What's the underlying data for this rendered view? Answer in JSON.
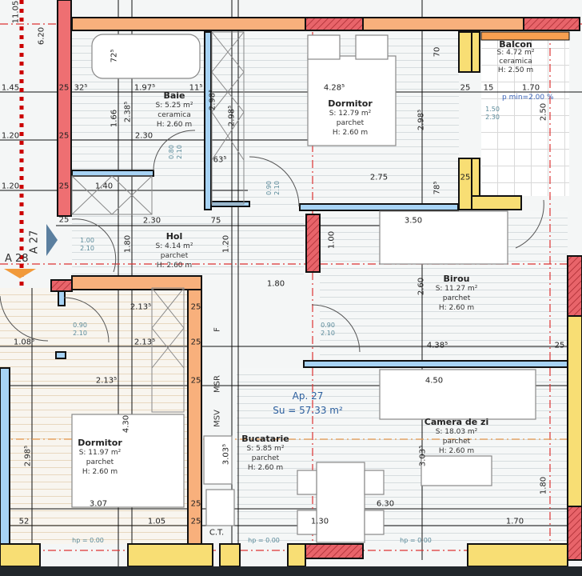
{
  "apartment": {
    "name": "Ap. 27",
    "area": "Su = 57.33 m²"
  },
  "rooms": [
    {
      "name": "Baie",
      "area": "S: 5.25 m²",
      "floor": "ceramica",
      "height": "H: 2.60 m"
    },
    {
      "name": "Dormitor",
      "area": "S: 12.79 m²",
      "floor": "parchet",
      "height": "H: 2.60 m"
    },
    {
      "name": "Balcon",
      "area": "S: 4.72 m²",
      "floor": "ceramica",
      "height": "H: 2.50 m"
    },
    {
      "name": "Hol",
      "area": "S: 4.14 m²",
      "floor": "parchet",
      "height": "H: 2.60 m"
    },
    {
      "name": "Birou",
      "area": "S: 11.27 m²",
      "floor": "parchet",
      "height": "H: 2.60 m"
    },
    {
      "name": "Dormitor",
      "area": "S: 11.97 m²",
      "floor": "parchet",
      "height": "H: 2.60 m"
    },
    {
      "name": "Bucatarie",
      "area": "S: 5.85 m²",
      "floor": "parchet",
      "height": "H: 2.60 m"
    },
    {
      "name": "Camera de zi",
      "area": "S: 18.03 m²",
      "floor": "parchet",
      "height": "H: 2.60 m"
    }
  ],
  "tags": {
    "msr": "MSR",
    "msv": "MSV",
    "ct": "C.T.",
    "f": "F",
    "axis_a27": "A 27",
    "axis_a28": "A 28",
    "slope": "p min=2.00 %"
  },
  "doors": [
    {
      "w": "0.80",
      "h": "2.10"
    },
    {
      "w": "0.90",
      "h": "2.10"
    },
    {
      "w": "1.00",
      "h": "2.10"
    },
    {
      "w": "0.90",
      "h": "2.10"
    },
    {
      "w": "0.90",
      "h": "2.10"
    },
    {
      "w": "1.50",
      "h": "2.30"
    }
  ],
  "sill": "hp = 0.00",
  "dims": [
    "11.05",
    "6.20",
    "1.45",
    "1.20",
    "1.20",
    "32⁵",
    "1.97⁵",
    "11⁵",
    "1.66",
    "2.38⁵",
    "2.30",
    "1.40",
    "2.30",
    "75",
    "1.80",
    "1.20",
    "2.98⁵",
    "72⁵",
    "4.28⁵",
    "2.98⁵",
    "70",
    "2.75",
    "78⁵",
    "3.50",
    "1.80",
    "2.60",
    "4.38⁵",
    "4.50",
    "2.13⁵",
    "2.13⁵",
    "2.13⁵",
    "1.08⁵",
    "4.30",
    "3.07",
    "1.05",
    "52",
    "6.30",
    "1.30",
    "1.70",
    "1.80",
    "3.03⁵",
    "3.03⁵",
    "2.98⁵",
    "1.70",
    "15",
    "25",
    "25",
    "25",
    "25",
    "25",
    "25",
    "25",
    "25",
    "25",
    "25",
    "25",
    "25",
    "2.50",
    "1.00",
    "2.98⁵",
    "63⁵"
  ]
}
